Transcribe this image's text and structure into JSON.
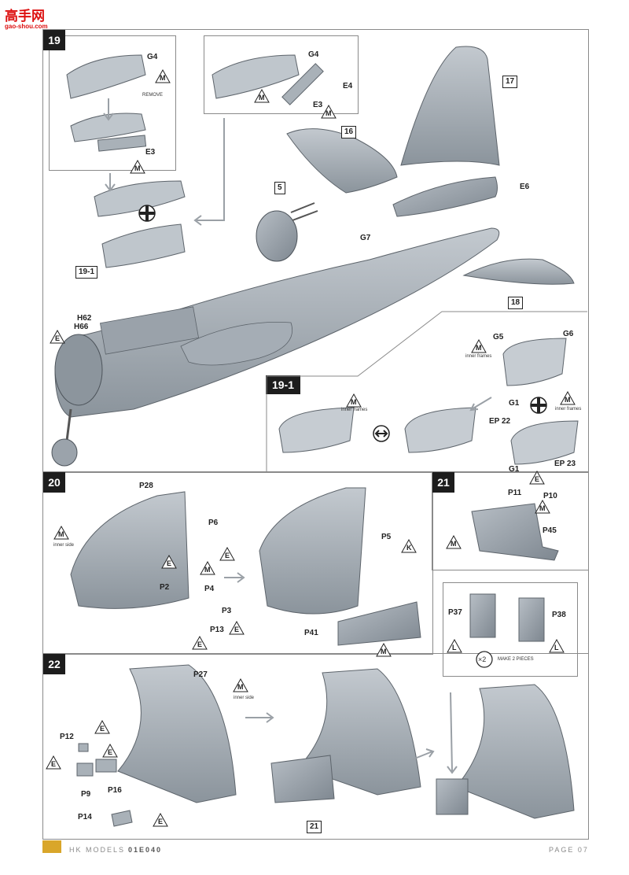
{
  "watermark": {
    "brand": "高手网",
    "url": "gao-shou.com"
  },
  "steps": {
    "s19": {
      "no": "19"
    },
    "s19_1": {
      "no": "19-1"
    },
    "s20": {
      "no": "20"
    },
    "s21": {
      "no": "21"
    },
    "s22": {
      "no": "22"
    }
  },
  "refs": {
    "r5": "5",
    "r16": "16",
    "r17": "17",
    "r18": "18",
    "r19_1": "19-1",
    "r21": "21"
  },
  "parts": {
    "g4a": "G4",
    "e3a": "E3",
    "g4b": "G4",
    "e4": "E4",
    "e3b": "E3",
    "e6": "E6",
    "g7": "G7",
    "h62": "H62",
    "h66": "H66",
    "g5": "G5",
    "g6": "G6",
    "g1a": "G1",
    "ep22": "EP 22",
    "ep23": "EP 23",
    "g1b": "G1",
    "p28": "P28",
    "p6": "P6",
    "p2": "P2",
    "p4": "P4",
    "p3": "P3",
    "p13": "P13",
    "p5": "P5",
    "p41": "P41",
    "p11": "P11",
    "p10": "P10",
    "p45": "P45",
    "p37": "P37",
    "p38": "P38",
    "p27": "P27",
    "p12": "P12",
    "p9": "P9",
    "p16": "P16",
    "p14": "P14"
  },
  "notes": {
    "remove": "REMOVE",
    "inner_frames_1": "inner frames",
    "inner_frames_2": "inner frames",
    "inner_frames_3": "inner frames",
    "inner_side_1": "inner side",
    "inner_side_2": "inner side",
    "make2": "MAKE 2 PIECES",
    "x2": "×2"
  },
  "glue": {
    "m": "M",
    "e": "E",
    "k": "K",
    "l": "L"
  },
  "footer": {
    "brand": "HK MODELS",
    "code": "01E040",
    "page": "PAGE 07"
  }
}
